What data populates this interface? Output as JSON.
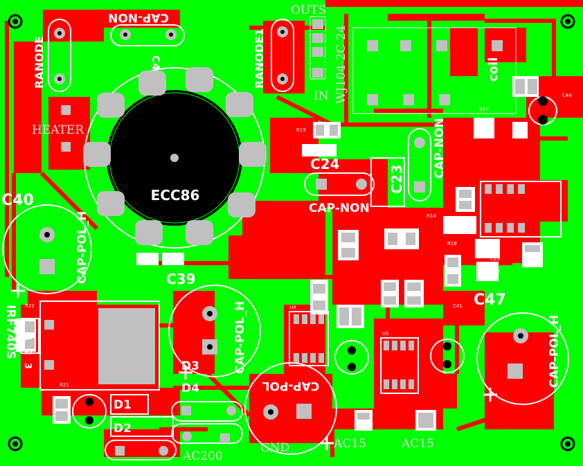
{
  "colors": {
    "copper": "#00ff00",
    "trace": "#ff0000",
    "silkscreen": "#ffffff",
    "pad": "#c0c0c0",
    "background": "#000000"
  },
  "labels": {
    "cap_non_top": "CAP-NON",
    "outs": "OUTS",
    "ranode": "RANODE",
    "ranode1": "RANODE1",
    "heater": "HEATER",
    "c40": "C40",
    "cap_pol_h_left": "CAP-POL_H",
    "tube": "ECC86",
    "c24": "C24",
    "cap_non_mid": "CAP-NON",
    "c23": "C23",
    "cap_non_right": "CAP-NON",
    "relay": "WJ104-2C-24",
    "coil": "coil",
    "in": "IN",
    "c47": "C47",
    "cap_pol_h_right": "CAP-POL_H",
    "irf": "IRF740S",
    "c39": "C39",
    "cap_pol_h_mid": "CAP-POL_H",
    "d3": "D3",
    "d4": "D4",
    "d1": "D1",
    "d2": "D2",
    "ac200": "AC200",
    "cap_pol_bottom": "CAP-POL",
    "gnd": "GND",
    "ac15a": "AC15",
    "ac15b": "AC15",
    "pin1": "1",
    "pin2": "2",
    "pin3": "3",
    "c4": "C4",
    "u4": "U4",
    "u5": "U5",
    "r15": "R15",
    "r17": "R17",
    "r21": "R21",
    "r22": "R22",
    "c44": "C44",
    "c41": "C41",
    "c26": "C26",
    "c25": "C25",
    "r18": "R18",
    "r14": "R14"
  }
}
